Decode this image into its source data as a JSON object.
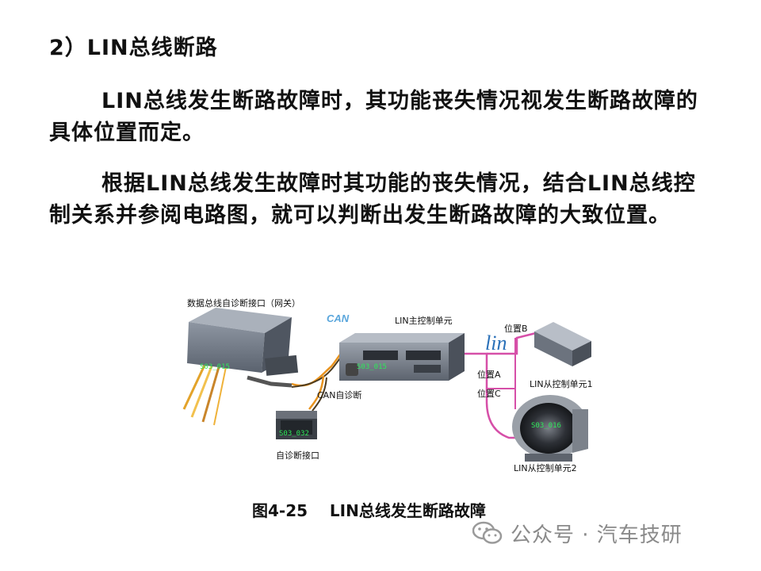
{
  "heading": "2）LIN总线断路",
  "paragraphs": [
    "LIN总线发生断路故障时，其功能丧失情况视发生断路故障的具体位置而定。",
    "根据LIN总线发生故障时其功能的丧失情况，结合LIN总线控制关系并参阅电路图，就可以判断出发生断路故障的大致位置。"
  ],
  "figure": {
    "labels": {
      "gateway": "数据总线自诊断接口（网关）",
      "can_logo": "CAN",
      "lin_master": "LIN主控制单元",
      "can_diag": "CAN自诊断",
      "diag_port": "自诊断接口",
      "pos_b": "位置B",
      "pos_a": "位置A",
      "pos_c": "位置C",
      "lin_slave1": "LIN从控制单元1",
      "lin_slave2": "LIN从控制单元2",
      "lin_logo": "lin"
    },
    "part_numbers": {
      "gateway": "S03_015",
      "master": "S03_015",
      "diag": "S03_032",
      "slave2": "S03_016"
    },
    "colors": {
      "can_wire_orange": "#e8931e",
      "can_wire_dark": "#4a3a20",
      "lin_wire": "#d64fa8",
      "part_number": "#2ee85a"
    }
  },
  "caption": "图4-25    LIN总线发生断路故障",
  "footer": {
    "icon": "wechat-icon",
    "text": "公众号 · 汽车技研"
  }
}
